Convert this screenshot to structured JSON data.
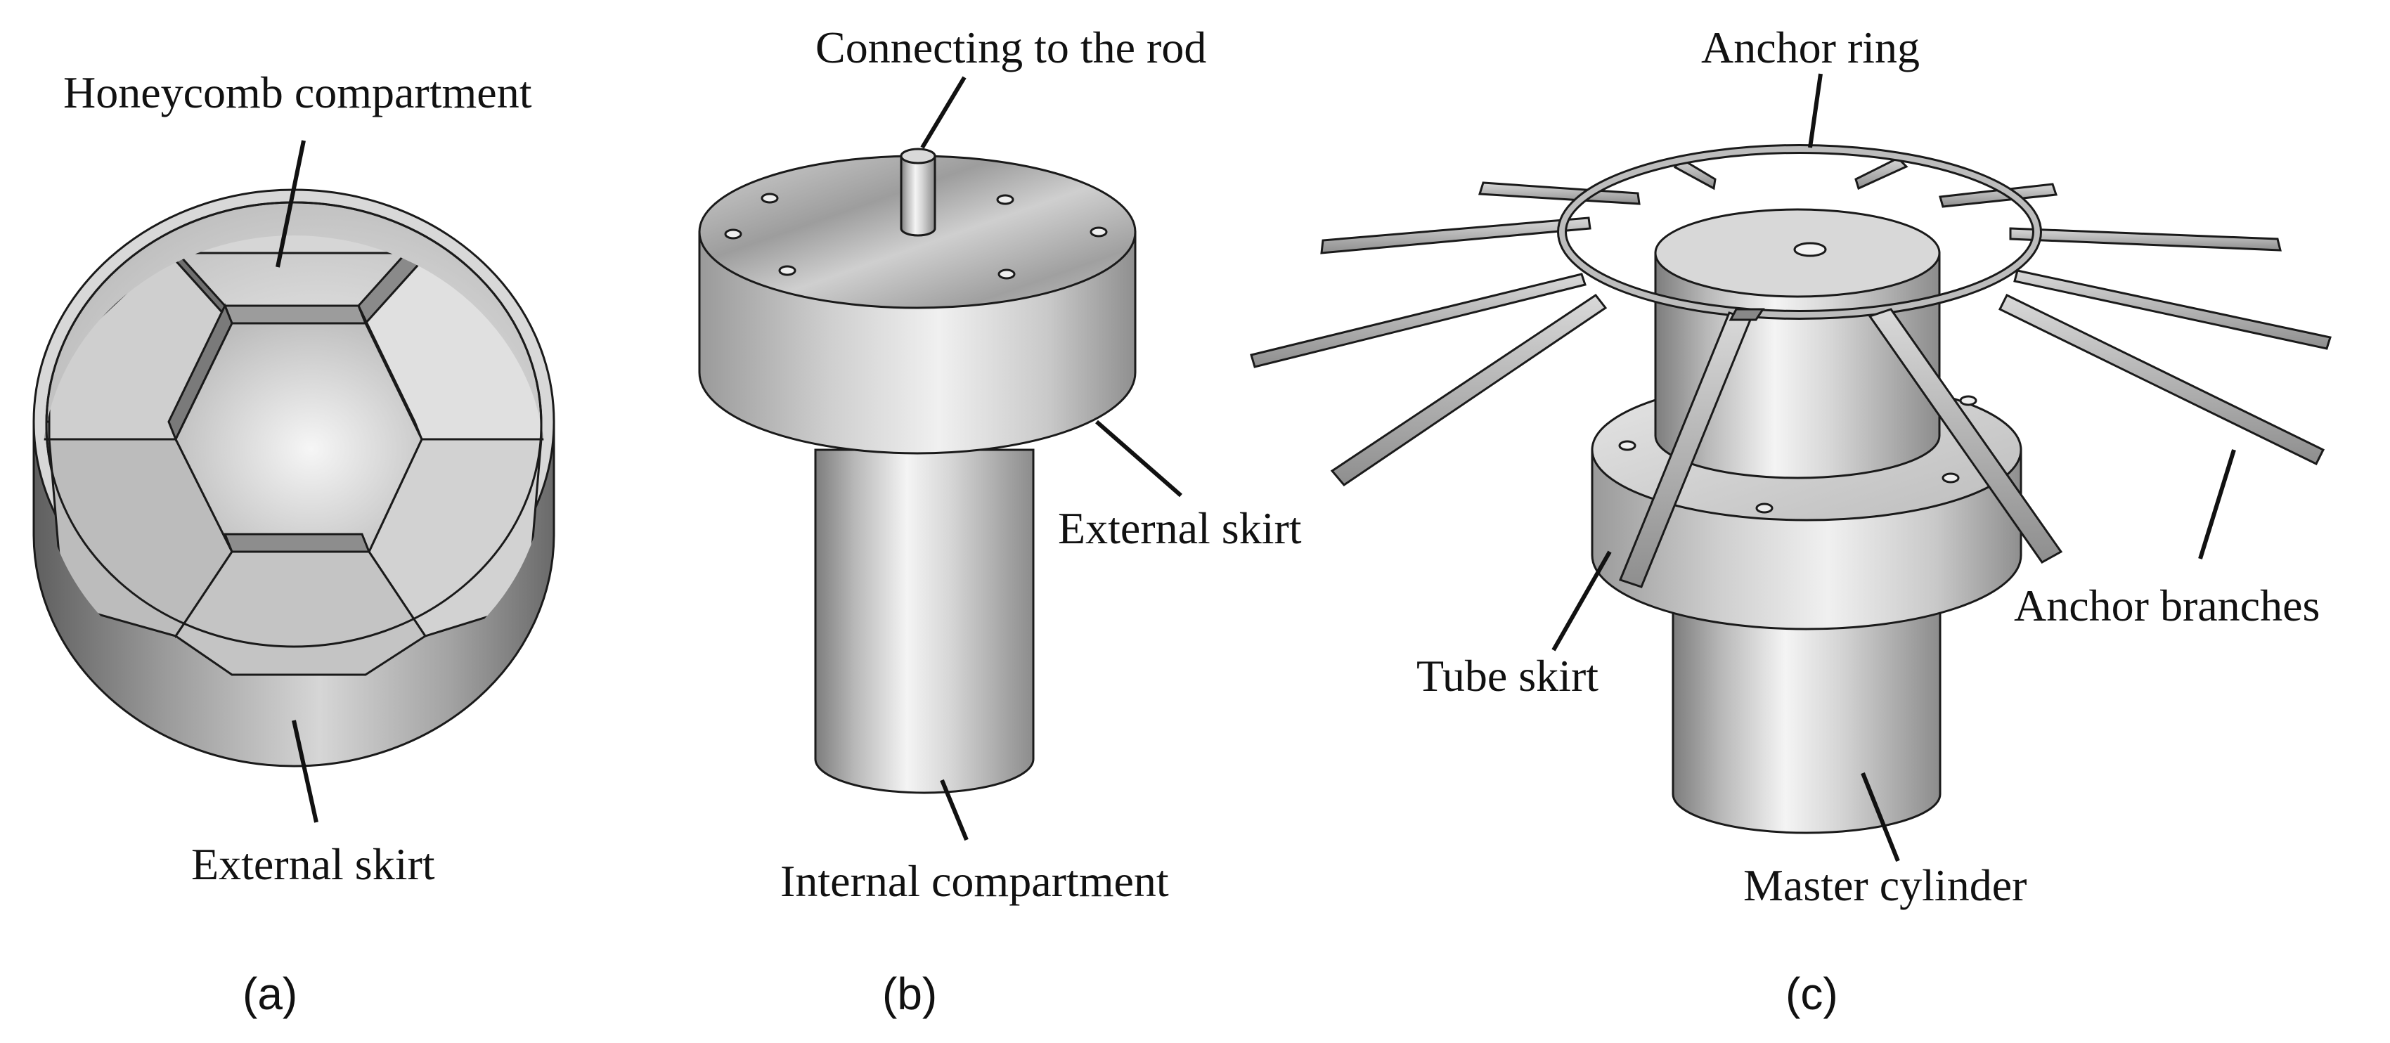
{
  "panels": {
    "a": {
      "caption": "(a)",
      "labels": {
        "honeycomb": "Honeycomb compartment",
        "external_skirt": "External skirt"
      }
    },
    "b": {
      "caption": "(b)",
      "labels": {
        "rod": "Connecting to the rod",
        "external_skirt": "External skirt",
        "internal": "Internal compartment"
      }
    },
    "c": {
      "caption": "(c)",
      "labels": {
        "anchor_ring": "Anchor ring",
        "anchor_branches": "Anchor branches",
        "tube_skirt": "Tube skirt",
        "master_cylinder": "Master cylinder"
      }
    }
  },
  "colors": {
    "metal_light": "#f2f2f2",
    "metal_mid": "#c8c8c8",
    "metal_dark": "#7a7a7a",
    "outline": "#1a1a1a"
  }
}
